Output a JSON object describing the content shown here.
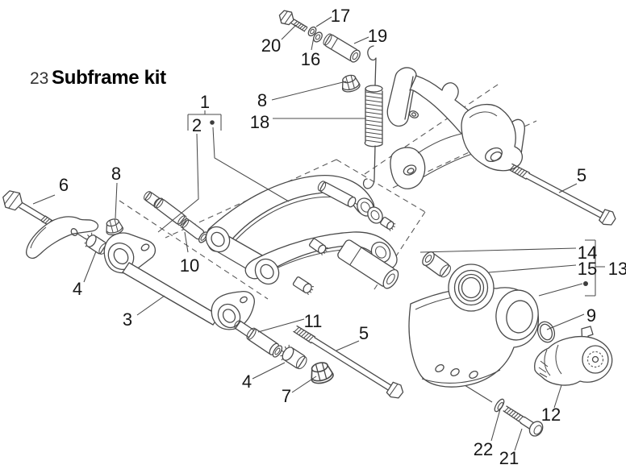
{
  "title": {
    "index_number": "23",
    "name": "Subframe kit"
  },
  "callouts": [
    {
      "id": "1"
    },
    {
      "id": "2"
    },
    {
      "id": "3"
    },
    {
      "id": "4"
    },
    {
      "id": "4"
    },
    {
      "id": "5"
    },
    {
      "id": "5"
    },
    {
      "id": "6"
    },
    {
      "id": "7"
    },
    {
      "id": "8"
    },
    {
      "id": "8"
    },
    {
      "id": "9"
    },
    {
      "id": "10"
    },
    {
      "id": "11"
    },
    {
      "id": "12"
    },
    {
      "id": "13"
    },
    {
      "id": "14"
    },
    {
      "id": "15"
    },
    {
      "id": "16"
    },
    {
      "id": "17"
    },
    {
      "id": "18"
    },
    {
      "id": "19"
    },
    {
      "id": "20"
    },
    {
      "id": "21"
    },
    {
      "id": "22"
    }
  ],
  "colors": {
    "background": "#ffffff",
    "line_art": "#4a4a4a",
    "label_text": "#161616",
    "title_text": "#000000",
    "title_number": "#333333"
  }
}
